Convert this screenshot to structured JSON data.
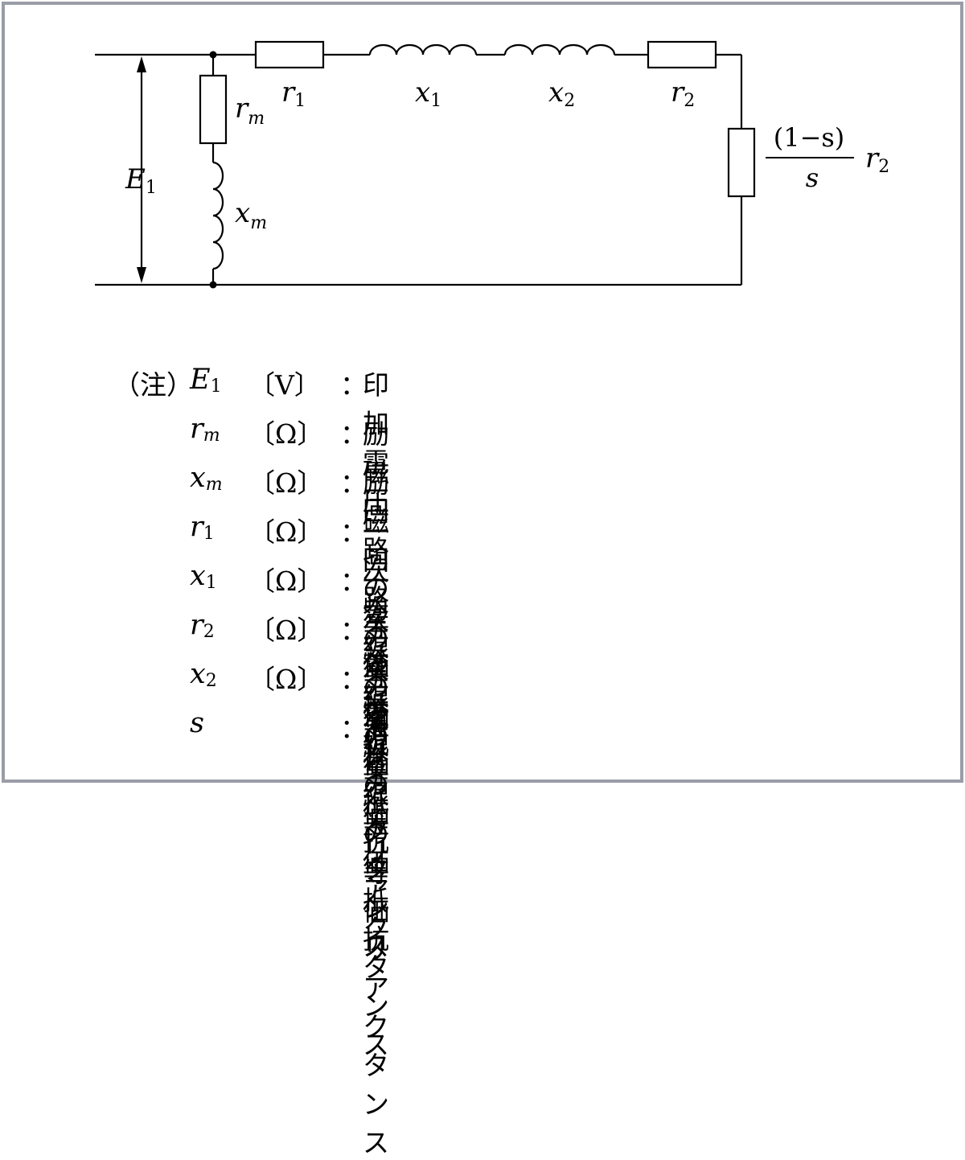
{
  "labels": {
    "E1": {
      "main": "E",
      "sub": "1"
    },
    "rm": {
      "main": "r",
      "sub": "m"
    },
    "xm": {
      "main": "x",
      "sub": "m"
    },
    "r1": {
      "main": "r",
      "sub": "1"
    },
    "x1": {
      "main": "x",
      "sub": "1"
    },
    "x2": {
      "main": "x",
      "sub": "2"
    },
    "r2": {
      "main": "r",
      "sub": "2"
    },
    "load": {
      "numerator": "(1−s)",
      "denominator": "s",
      "suffix_main": "r",
      "suffix_sub": "2"
    }
  },
  "notes": {
    "tag": "（注）",
    "rows": [
      {
        "sym": "E",
        "sub": "1",
        "sub_italic": false,
        "unit": "〔V〕",
        "colon": "：",
        "desc": "印加電圧"
      },
      {
        "sym": "r",
        "sub": "m",
        "sub_italic": true,
        "unit": "〔Ω〕",
        "colon": "：",
        "desc": "励磁回路の等価抵抗"
      },
      {
        "sym": "x",
        "sub": "m",
        "sub_italic": true,
        "unit": "〔Ω〕",
        "colon": "：",
        "desc": "励磁回路の等価リアクタンス"
      },
      {
        "sym": "r",
        "sub": "1",
        "sub_italic": false,
        "unit": "〔Ω〕",
        "colon": "：",
        "desc": "一次巻線の等価抵抗"
      },
      {
        "sym": "x",
        "sub": "1",
        "sub_italic": false,
        "unit": "〔Ω〕",
        "colon": "：",
        "desc": "一次巻線の等価リアクタンス"
      },
      {
        "sym": "r",
        "sub": "2",
        "sub_italic": false,
        "unit": "〔Ω〕",
        "colon": "：",
        "desc": "二次巻線の等価抵抗"
      },
      {
        "sym": "x",
        "sub": "2",
        "sub_italic": false,
        "unit": "〔Ω〕",
        "colon": "：",
        "desc": "二次巻線の等価リアクタンス"
      },
      {
        "sym": "s",
        "sub": "",
        "sub_italic": false,
        "unit": "",
        "colon": "：",
        "desc": "滑り"
      }
    ]
  }
}
